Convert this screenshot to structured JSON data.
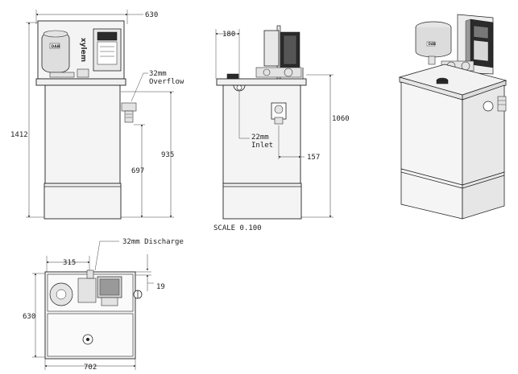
{
  "labels": {
    "top_width": "630",
    "overflow": "32mm\nOverflow",
    "height_total": "1412",
    "height_935": "935",
    "height_697": "697",
    "side_180": "180",
    "inlet": "22mm\nInlet",
    "height_1060": "1060",
    "side_157": "157",
    "scale": "SCALE 0.100",
    "discharge": "32mm Discharge",
    "plan_315": "315",
    "plan_19": "19",
    "plan_630": "630",
    "plan_702": "702",
    "brand": "xylem",
    "tank_badge": "DAB"
  },
  "colors": {
    "line": "#222222",
    "panel": "#f4f4f4",
    "dark": "#2b2b2b",
    "tank": "#dedede"
  }
}
